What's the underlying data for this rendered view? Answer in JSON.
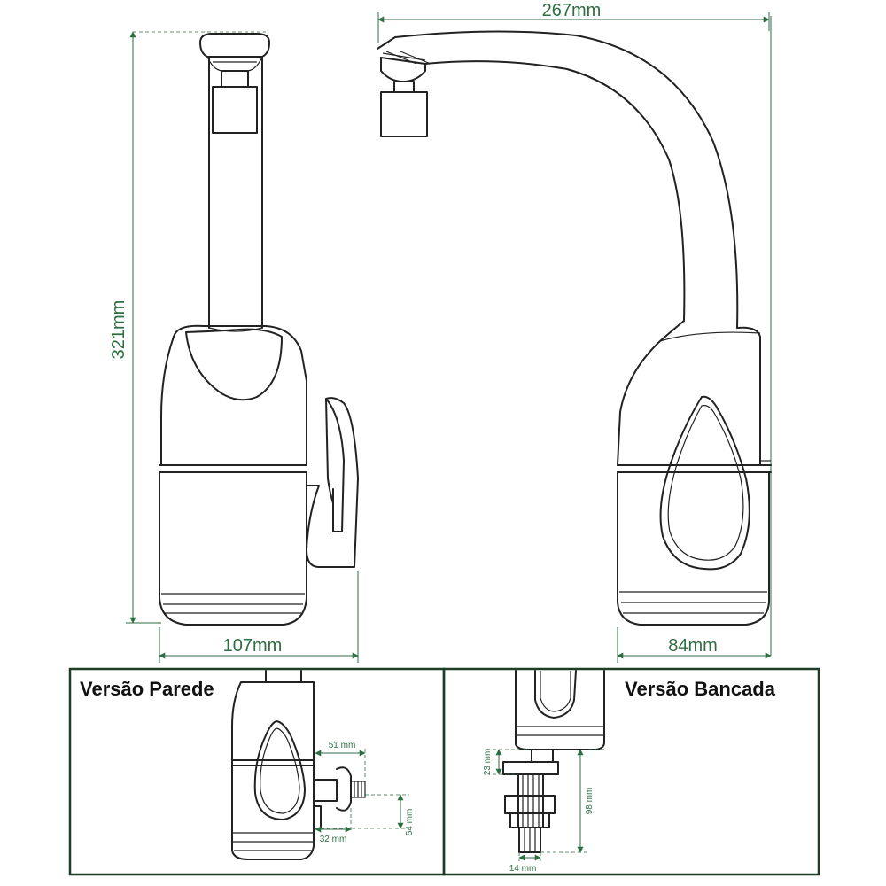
{
  "dimensions": {
    "width_top": "267mm",
    "height_left": "321mm",
    "depth_left": "107mm",
    "depth_right": "84mm"
  },
  "panels": {
    "wall": {
      "title": "Versão Parede",
      "dim_a": "51 mm",
      "dim_b": "54 mm",
      "dim_c": "32 mm"
    },
    "bench": {
      "title": "Versão Bancada",
      "dim_a": "23 mm",
      "dim_b": "98 mm",
      "dim_c": "14 mm"
    }
  },
  "colors": {
    "dimension": "#2e6e43",
    "outline": "#222222",
    "frame": "#1e3d28"
  }
}
